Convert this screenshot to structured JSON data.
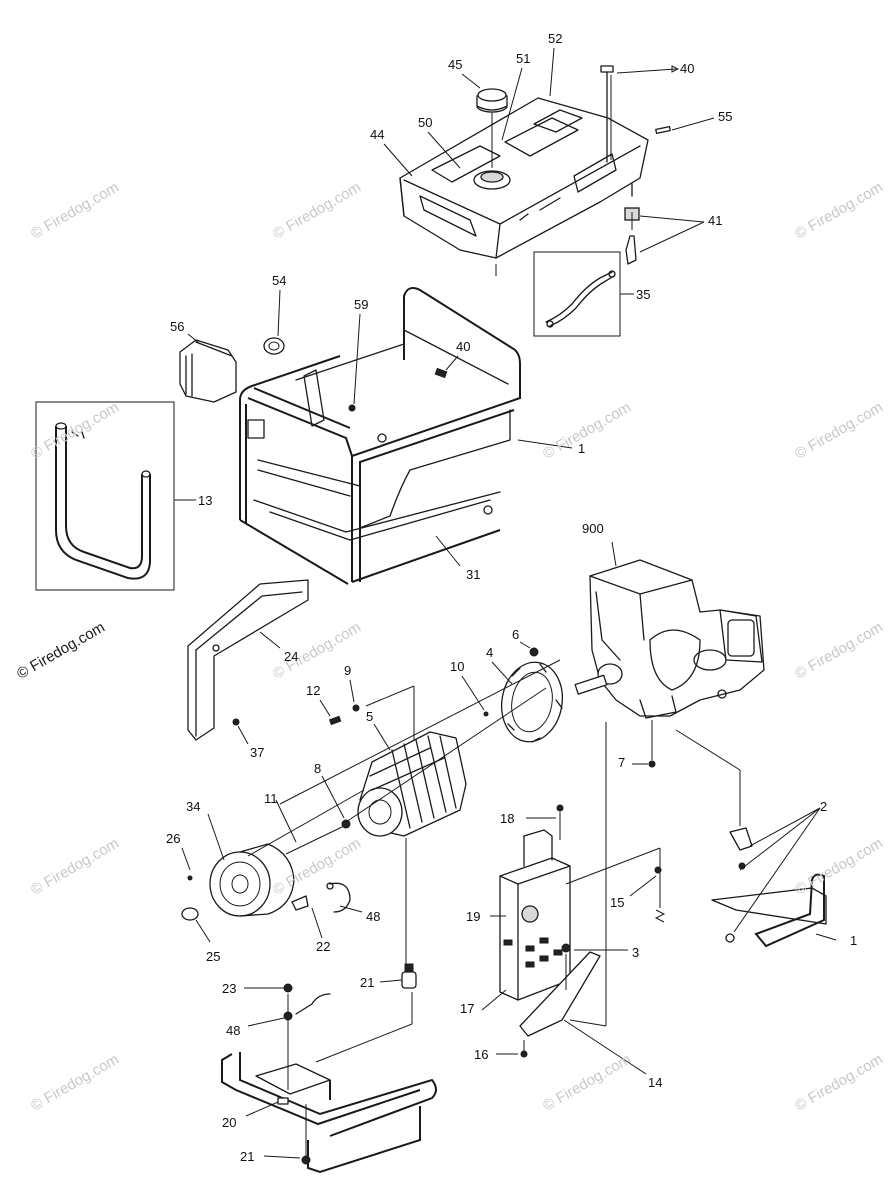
{
  "watermark": {
    "text": "© Firedog.com",
    "text_short": "Firedog.com"
  },
  "callouts": {
    "c40a": "40",
    "c52": "52",
    "c51": "51",
    "c45": "45",
    "c55": "55",
    "c50": "50",
    "c44": "44",
    "c41": "41",
    "c35": "35",
    "c54": "54",
    "c59": "59",
    "c56": "56",
    "c40b": "40",
    "c1a": "1",
    "c13": "13",
    "c31": "31",
    "c900": "900",
    "c24": "24",
    "c6": "6",
    "c9": "9",
    "c4": "4",
    "c10": "10",
    "c12": "12",
    "c5": "5",
    "c37": "37",
    "c7": "7",
    "c8": "8",
    "c11": "11",
    "c34": "34",
    "c2": "2",
    "c26": "26",
    "c18": "18",
    "c15": "15",
    "c1b": "1",
    "c19": "19",
    "c48a": "48",
    "c22": "22",
    "c25": "25",
    "c3": "3",
    "c21a": "21",
    "c23": "23",
    "c17": "17",
    "c48b": "48",
    "c16": "16",
    "c14": "14",
    "c20": "20",
    "c21b": "21"
  }
}
